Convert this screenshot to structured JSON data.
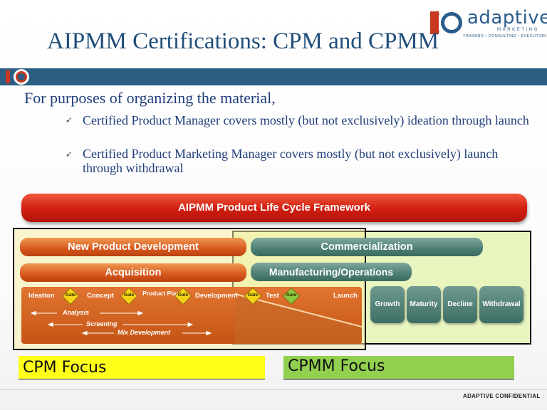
{
  "logo": {
    "name": "adaptive",
    "sub": "MARKETING",
    "tagline": "TRAINING • CONSULTING • EXECUTION",
    "mark_color": "#c8371f",
    "brand_color": "#2a5d8c"
  },
  "slide": {
    "title": "AIPMM Certifications: CPM and CPMM",
    "intro": "For purposes of organizing the material,",
    "bullets": [
      "Certified Product Manager covers mostly (but not exclusively) ideation through launch",
      "Certified Product Marketing Manager covers mostly (but not exclusively) launch through withdrawal"
    ],
    "footer": "ADAPTIVE CONFIDENTIAL"
  },
  "framework": {
    "title": "AIPMM Product Life Cycle Framework",
    "bars": {
      "new_product_development": "New Product Development",
      "acquisition": "Acquisition",
      "commercialization": "Commercialization",
      "manufacturing": "Manufacturing/Operations"
    },
    "phases": {
      "ideation": "Ideation",
      "concept": "Concept",
      "product_plan": "Product Plan",
      "development": "Development",
      "test": "Test",
      "launch": "Launch"
    },
    "gate_label": "Gate",
    "spans": {
      "analysis": "Analysis",
      "screening": "Screening",
      "mix_development": "Mix Development"
    },
    "stages": [
      "Growth",
      "Maturity",
      "Decline",
      "Withdrawal"
    ]
  },
  "focus": {
    "cpm": "CPM  Focus",
    "cpmm": "CPMM  Focus"
  }
}
